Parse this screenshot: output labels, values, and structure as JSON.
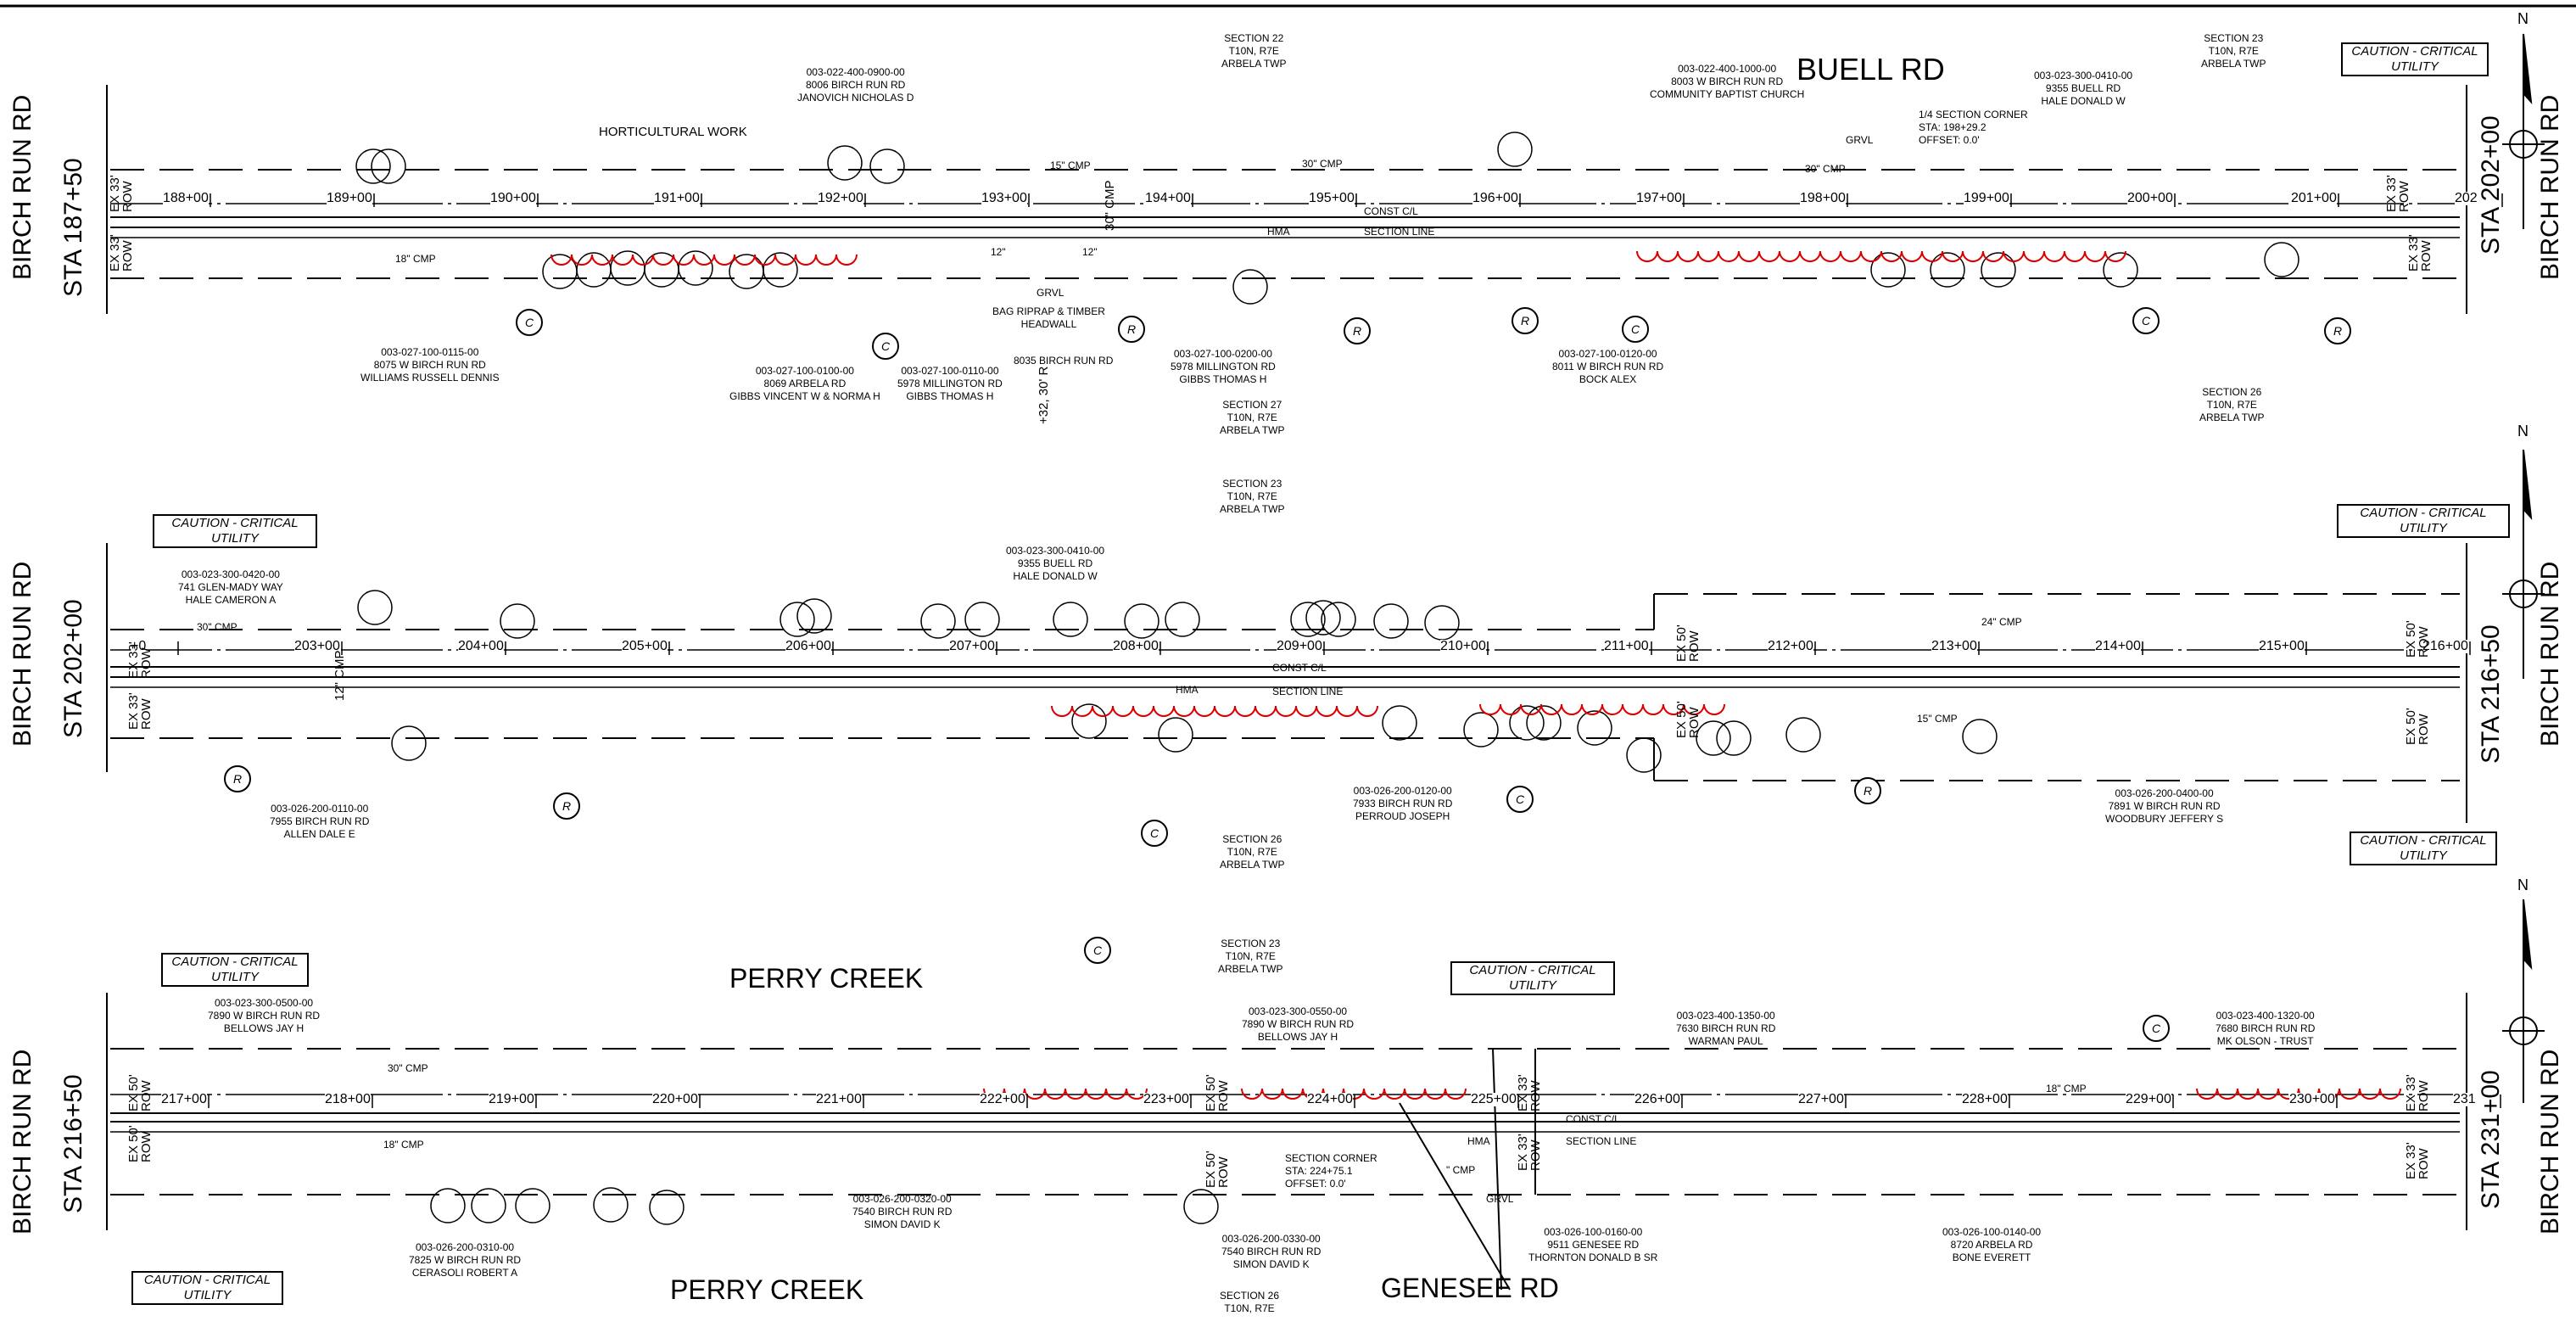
{
  "north_label": "N",
  "panels": [
    {
      "left_road": "BIRCH RUN RD",
      "left_sta": "STA 187+50",
      "right_road": "BIRCH RUN RD",
      "right_sta": "STA 202+00",
      "stations": [
        "188+00",
        "189+00",
        "190+00",
        "191+00",
        "192+00",
        "193+00",
        "194+00",
        "195+00",
        "196+00",
        "197+00",
        "198+00",
        "199+00",
        "200+00",
        "201+00",
        "202"
      ]
    },
    {
      "left_road": "BIRCH RUN RD",
      "left_sta": "STA 202+00",
      "right_road": "BIRCH RUN RD",
      "right_sta": "STA 216+50",
      "stations": [
        "+0",
        "203+00",
        "204+00",
        "205+00",
        "206+00",
        "207+00",
        "208+00",
        "209+00",
        "210+00",
        "211+00",
        "212+00",
        "213+00",
        "214+00",
        "215+00",
        "216+00"
      ]
    },
    {
      "left_road": "BIRCH RUN RD",
      "left_sta": "STA 216+50",
      "right_road": "BIRCH RUN RD",
      "right_sta": "STA 231+00",
      "stations": [
        "217+00",
        "218+00",
        "219+00",
        "220+00",
        "221+00",
        "222+00",
        "223+00",
        "224+00",
        "225+00",
        "226+00",
        "227+00",
        "228+00",
        "229+00",
        "230+00",
        "231"
      ]
    }
  ],
  "roads": {
    "buell": "BUELL RD",
    "perry1": "PERRY CREEK",
    "perry2": "PERRY CREEK",
    "genesee": "GENESEE RD"
  },
  "caution": "CAUTION - CRITICAL\nUTILITY",
  "labels": {
    "sec22": "SECTION 22\nT10N, R7E\nARBELA TWP",
    "sec23a": "SECTION 23\nT10N, R7E\nARBELA TWP",
    "sec27": "SECTION 27\nT10N, R7E\nARBELA TWP",
    "sec26a": "SECTION 26\nT10N, R7E\nARBELA TWP",
    "sec23b": "SECTION 23\nT10N, R7E\nARBELA TWP",
    "sec26b": "SECTION 26\nT10N, R7E\nARBELA TWP",
    "sec23c": "SECTION 23\nT10N, R7E\nARBELA TWP",
    "sec26c": "SECTION 26\nT10N, R7E",
    "p1": "003-022-400-0900-00\n8006 BIRCH RUN RD\nJANOVICH NICHOLAS D",
    "p2": "003-022-400-1000-00\n8003 W BIRCH RUN RD\nCOMMUNITY BAPTIST CHURCH",
    "p3": "003-023-300-0410-00\n9355 BUELL RD\nHALE DONALD W",
    "p4": "003-027-100-0115-00\n8075 W BIRCH RUN RD\nWILLIAMS RUSSELL DENNIS",
    "p5": "003-027-100-0100-00\n8069 ARBELA RD\nGIBBS VINCENT W & NORMA H",
    "p6": "003-027-100-0110-00\n5978 MILLINGTON RD\nGIBBS THOMAS H",
    "p7": "003-027-100-0200-00\n5978 MILLINGTON RD\nGIBBS THOMAS H",
    "p8": "003-027-100-0120-00\n8011 W BIRCH RUN RD\nBOCK ALEX",
    "p9": "003-023-300-0420-00\n741 GLEN-MADY WAY\nHALE CAMERON A",
    "p10": "003-023-300-0410-00\n9355 BUELL RD\nHALE DONALD W",
    "p11": "003-026-200-0110-00\n7955 BIRCH RUN RD\nALLEN DALE E",
    "p12": "003-026-200-0120-00\n7933 BIRCH RUN RD\nPERROUD JOSEPH",
    "p13": "003-026-200-0400-00\n7891 W BIRCH RUN RD\nWOODBURY JEFFERY S",
    "p14": "003-023-300-0500-00\n7890 W BIRCH RUN RD\nBELLOWS JAY H",
    "p15": "003-023-300-0550-00\n7890 W BIRCH RUN RD\nBELLOWS JAY H",
    "p16": "003-023-400-1350-00\n7630 BIRCH RUN RD\nWARMAN PAUL",
    "p17": "003-023-400-1320-00\n7680 BIRCH RUN RD\nMK OLSON - TRUST",
    "p18": "003-026-200-0310-00\n7825 W BIRCH RUN RD\nCERASOLI ROBERT A",
    "p19": "003-026-200-0320-00\n7540 BIRCH RUN RD\nSIMON DAVID K",
    "p20": "003-026-200-0330-00\n7540 BIRCH RUN RD\nSIMON DAVID K",
    "p21": "003-026-100-0160-00\n9511 GENESEE RD\nTHORNTON DONALD B SR",
    "p22": "003-026-100-0140-00\n8720 ARBELA RD\nBONE EVERETT",
    "qsec": "1/4 SECTION CORNER\nSTA: 198+29.2\nOFFSET: 0.0'",
    "secc": "SECTION CORNER\nSTA: 224+75.1\nOFFSET: 0.0'",
    "hort": "HORTICULTURAL WORK",
    "bag": "BAG RIPRAP & TIMBER\nHEADWALL",
    "birch8035": "8035 BIRCH RUN RD",
    "constcl": "CONST C/L",
    "secline": "SECTION LINE",
    "hma": "HMA",
    "grvl": "GRVL",
    "cmp15": "15\" CMP",
    "cmp30": "30\" CMP",
    "cmp18": "18\" CMP",
    "cmp24": "24\" CMP",
    "cmp12": "12\" CMP",
    "cmpq": "\" CMP",
    "exrow33": "EX 33'\nROW",
    "exrow50": "EX 50'\nROW",
    "pipe12": "12\"",
    "dim": "+32, 30' R"
  },
  "markers": {
    "C": "C",
    "R": "R"
  }
}
